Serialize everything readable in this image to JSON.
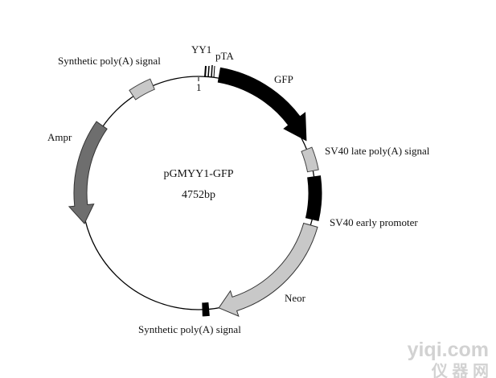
{
  "diagram": {
    "name": "pGMYY1-GFP",
    "size": "4752bp",
    "origin_label": "1",
    "labels": {
      "yy1": "YY1",
      "pta": "pTA",
      "gfp": "GFP",
      "sv40_late": "SV40 late poly(A) signal",
      "sv40_early": "SV40 early promoter",
      "neor": "Neor",
      "synth_bottom": "Synthetic poly(A) signal",
      "ampr": "Ampr",
      "synth_top": "Synthetic poly(A) signal"
    },
    "colors": {
      "gfp": "#000000",
      "sv40_early": "#000000",
      "sv40_late": "#c8c8c8",
      "neor": "#c8c8c8",
      "synth_top": "#c8c8c8",
      "ampr": "#6e6e6e",
      "synth_bottom": "#000000",
      "backbone": "#000000"
    }
  },
  "watermark": {
    "line1": "yiqi.com",
    "line2": "仪 器 网"
  }
}
